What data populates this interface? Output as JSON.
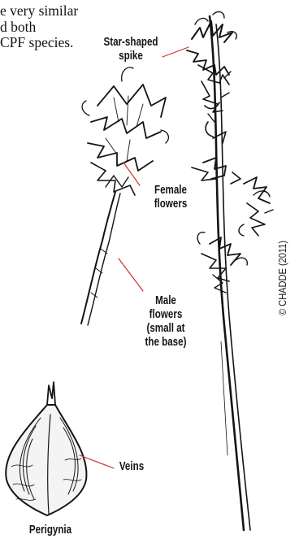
{
  "intro": {
    "line1": "e very similar",
    "line2": "d both",
    "line3": "CPF species."
  },
  "labels": {
    "spike": [
      "Star-shaped",
      "spike"
    ],
    "female": [
      "Female",
      "flowers"
    ],
    "male": [
      "Male",
      "flowers",
      "(small at",
      "the base)"
    ],
    "veins": "Veins",
    "perigynia": "Perigynia"
  },
  "credit": "© CHADDE (2011)",
  "colors": {
    "ink": "#141414",
    "leader": "#d32f2f",
    "background": "#ffffff"
  }
}
